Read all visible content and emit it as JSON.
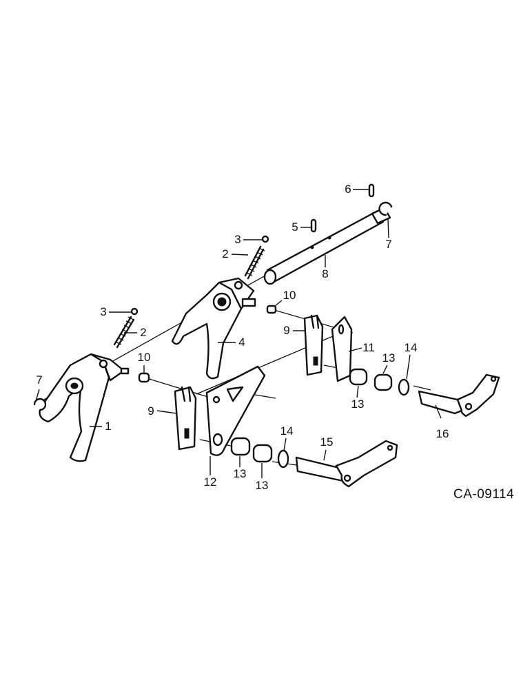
{
  "figure_code": "CA-09114",
  "callouts": [
    {
      "id": "c1",
      "label": "1"
    },
    {
      "id": "c2a",
      "label": "2"
    },
    {
      "id": "c2b",
      "label": "2"
    },
    {
      "id": "c3a",
      "label": "3"
    },
    {
      "id": "c3b",
      "label": "3"
    },
    {
      "id": "c4",
      "label": "4"
    },
    {
      "id": "c5",
      "label": "5"
    },
    {
      "id": "c6",
      "label": "6"
    },
    {
      "id": "c7a",
      "label": "7"
    },
    {
      "id": "c7b",
      "label": "7"
    },
    {
      "id": "c8",
      "label": "8"
    },
    {
      "id": "c9a",
      "label": "9"
    },
    {
      "id": "c9b",
      "label": "9"
    },
    {
      "id": "c10a",
      "label": "10"
    },
    {
      "id": "c10b",
      "label": "10"
    },
    {
      "id": "c11",
      "label": "11"
    },
    {
      "id": "c12",
      "label": "12"
    },
    {
      "id": "c13a",
      "label": "13"
    },
    {
      "id": "c13b",
      "label": "13"
    },
    {
      "id": "c13c",
      "label": "13"
    },
    {
      "id": "c13d",
      "label": "13"
    },
    {
      "id": "c14a",
      "label": "14"
    },
    {
      "id": "c14b",
      "label": "14"
    },
    {
      "id": "c15",
      "label": "15"
    },
    {
      "id": "c16",
      "label": "16"
    }
  ]
}
